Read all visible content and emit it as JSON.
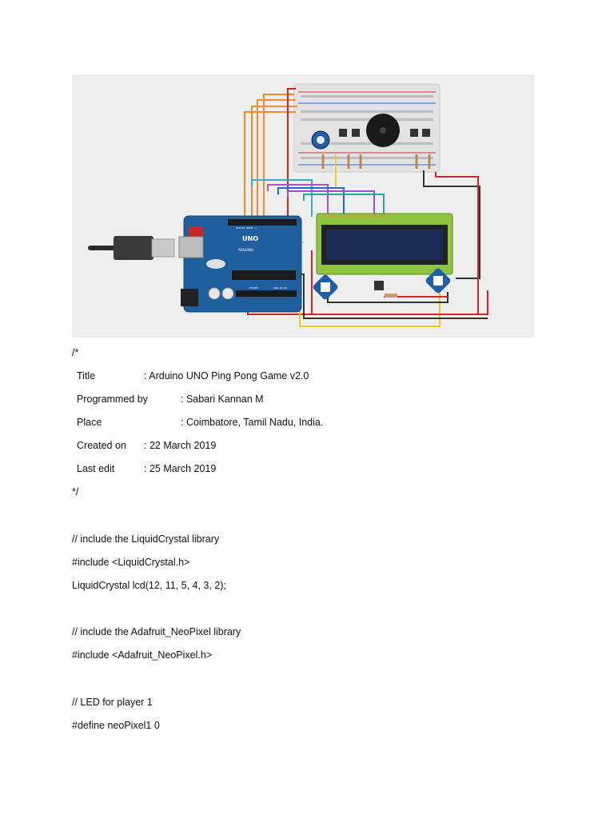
{
  "figure": {
    "arduino_logo": "ARDUINO",
    "arduino_model": "UNO",
    "header_label": "DIGITAL (PWM ~)",
    "power_label": "POWER",
    "analog_label": "ANALOG IN"
  },
  "comment_open": "/*",
  "header_fields": [
    {
      "label": "Title",
      "value": ": Arduino UNO Ping Pong Game v2.0"
    },
    {
      "label": "Programmed by",
      "value": ": Sabari Kannan M"
    },
    {
      "label": "Place",
      "value": ": Coimbatore, Tamil Nadu, India."
    },
    {
      "label": "Created on",
      "value": ": 22 March 2019"
    },
    {
      "label": "Last edit",
      "value": ": 25 March 2019"
    }
  ],
  "comment_close": "*/",
  "code": [
    "// include the LiquidCrystal library",
    "#include <LiquidCrystal.h>",
    "LiquidCrystal lcd(12, 11, 5, 4, 3, 2);",
    "// include the Adafruit_NeoPixel library",
    "#include <Adafruit_NeoPixel.h>",
    "// LED for player 1",
    "#define neoPixel1 0"
  ],
  "colors": {
    "arduino_blue": "#1f5f9e",
    "lcd_green": "#8fc63f",
    "lcd_screen": "#1b2b55",
    "breadboard": "#e3e3e3"
  }
}
